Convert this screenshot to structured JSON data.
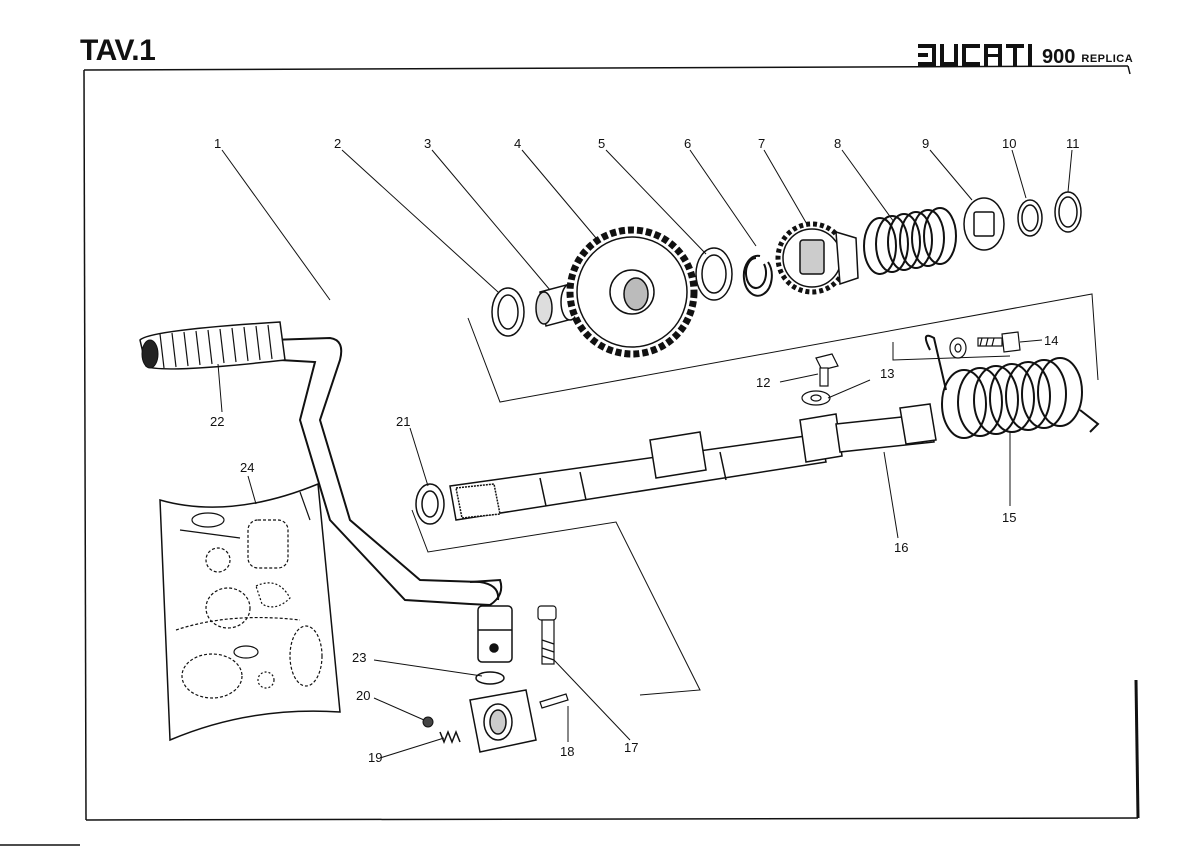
{
  "header": {
    "table_title": "TAV.1",
    "brand_name": "DUCATI",
    "model": "900",
    "variant": "REPLICA"
  },
  "callouts": [
    {
      "id": "1",
      "label": "1"
    },
    {
      "id": "2",
      "label": "2"
    },
    {
      "id": "3",
      "label": "3"
    },
    {
      "id": "4",
      "label": "4"
    },
    {
      "id": "5",
      "label": "5"
    },
    {
      "id": "6",
      "label": "6"
    },
    {
      "id": "7",
      "label": "7"
    },
    {
      "id": "8",
      "label": "8"
    },
    {
      "id": "9",
      "label": "9"
    },
    {
      "id": "10",
      "label": "10"
    },
    {
      "id": "11",
      "label": "11"
    },
    {
      "id": "12",
      "label": "12"
    },
    {
      "id": "13",
      "label": "13"
    },
    {
      "id": "14",
      "label": "14"
    },
    {
      "id": "15",
      "label": "15"
    },
    {
      "id": "16",
      "label": "16"
    },
    {
      "id": "17",
      "label": "17"
    },
    {
      "id": "18",
      "label": "18"
    },
    {
      "id": "19",
      "label": "19"
    },
    {
      "id": "20",
      "label": "20"
    },
    {
      "id": "21",
      "label": "21"
    },
    {
      "id": "22",
      "label": "22"
    },
    {
      "id": "23",
      "label": "23"
    },
    {
      "id": "24",
      "label": "24"
    }
  ]
}
